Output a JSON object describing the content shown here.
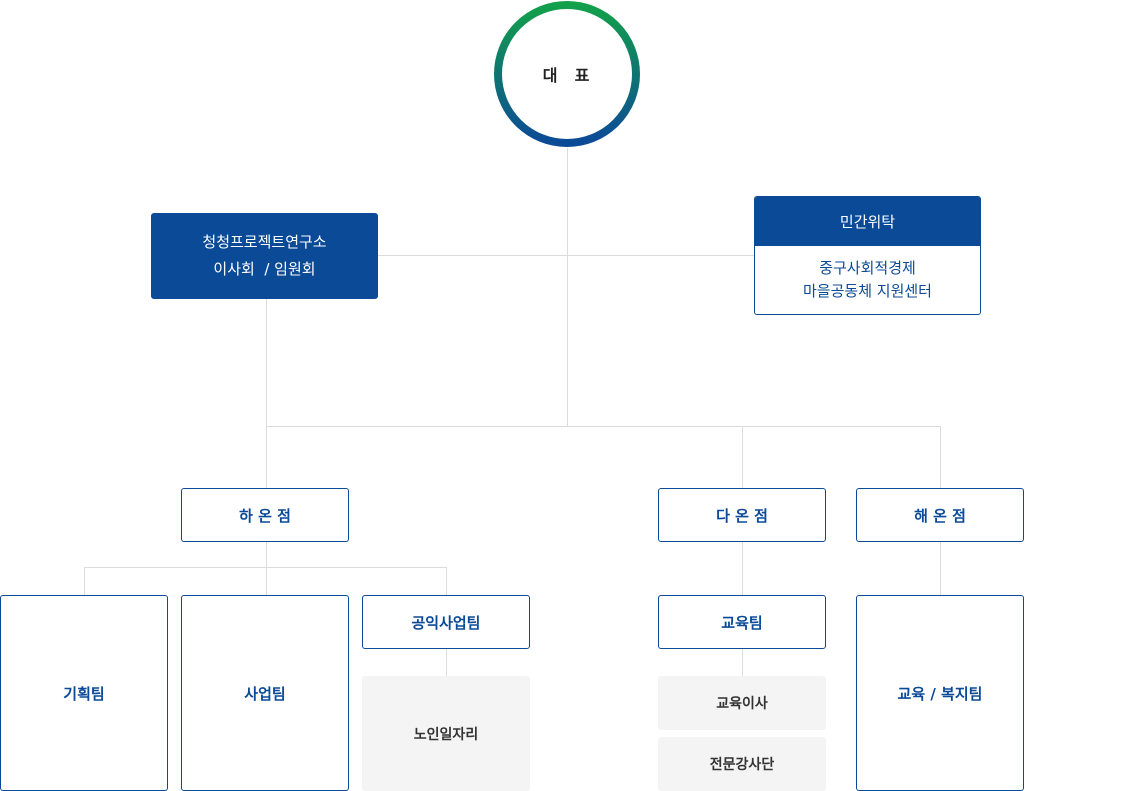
{
  "ceo": {
    "label": "대  표"
  },
  "institute": {
    "line1": "청청프로젝트연구소",
    "line2": "이사회  / 임원회"
  },
  "trust": {
    "header": "민간위탁",
    "line1": "중구사회적경제",
    "line2": "마을공동체 지원센터"
  },
  "branches": {
    "haon": "하 온 점",
    "daon": "다 온 점",
    "haeon": "해 온 점"
  },
  "teams": {
    "planning": "기획팀",
    "business": "사업팀",
    "public": "공익사업팀",
    "senior_jobs": "노인일자리",
    "education": "교육팀",
    "edu_director": "교육이사",
    "lecturers": "전문강사단",
    "edu_welfare": "교육 / 복지팀"
  },
  "colors": {
    "primary": "#0b4a97",
    "gradient_top": "#12a04a",
    "gradient_bottom": "#0b4a97",
    "line": "#dcdcdc",
    "gray_box": "#f4f4f4"
  }
}
